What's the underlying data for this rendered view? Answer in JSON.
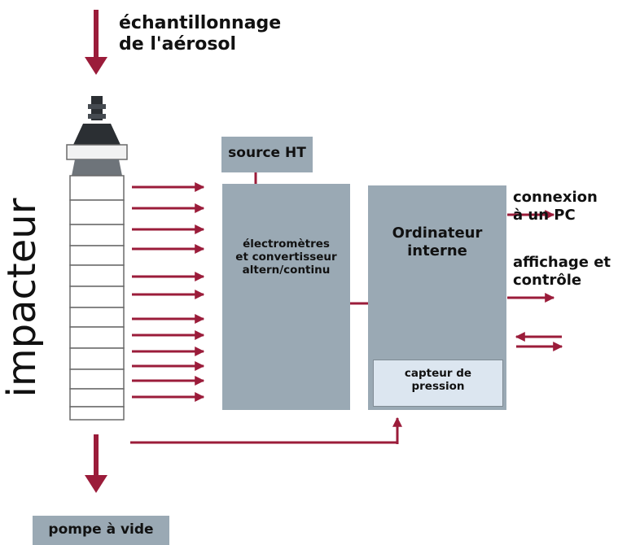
{
  "labels": {
    "sampling": "échantillonnage\nde l'aérosol",
    "impactor": "impacteur",
    "hv_source": "source HT",
    "electrometers": "électromètres\net convertisseur\naltern/continu",
    "computer": "Ordinateur\ninterne",
    "pressure_sensor": "capteur de\npression",
    "pc_connection": "connexion\nà un PC",
    "display_control": "affichage et\ncontrôle",
    "vacuum_pump": "pompe à vide"
  },
  "colors": {
    "arrow": "#9b1c3a",
    "box": "#9aa9b4",
    "sensor_box": "#dce6f0",
    "pump_box": "#9aa9b4"
  }
}
